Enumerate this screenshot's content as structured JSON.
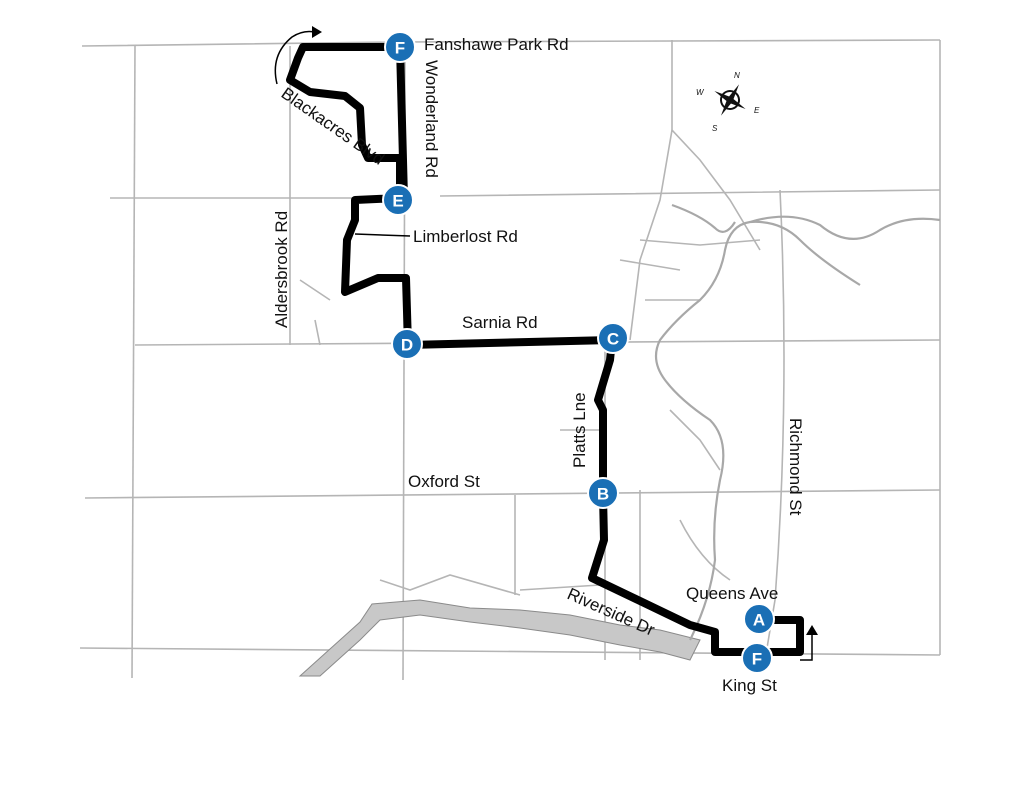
{
  "streets": {
    "fanshawe": "Fanshawe Park Rd",
    "wonderland": "Wonderland Rd",
    "blackacres": "Blackacres Blvd",
    "aldersbrook": "Aldersbrook Rd",
    "limberlost": "Limberlost Rd",
    "sarnia": "Sarnia Rd",
    "platts": "Platts Lne",
    "oxford": "Oxford St",
    "richmond": "Richmond St",
    "riverside": "Riverside Dr",
    "queens": "Queens Ave",
    "king": "King St"
  },
  "stops": {
    "a": "A",
    "b": "B",
    "c": "C",
    "d": "D",
    "e": "E",
    "f_north": "F",
    "f_south": "F"
  },
  "compass": {
    "n": "N",
    "e": "E",
    "s": "S",
    "w": "W"
  },
  "colors": {
    "stop": "#1a6fb5",
    "route": "#000000",
    "road": "#b5b5b5",
    "river": "#c8c8c8"
  }
}
